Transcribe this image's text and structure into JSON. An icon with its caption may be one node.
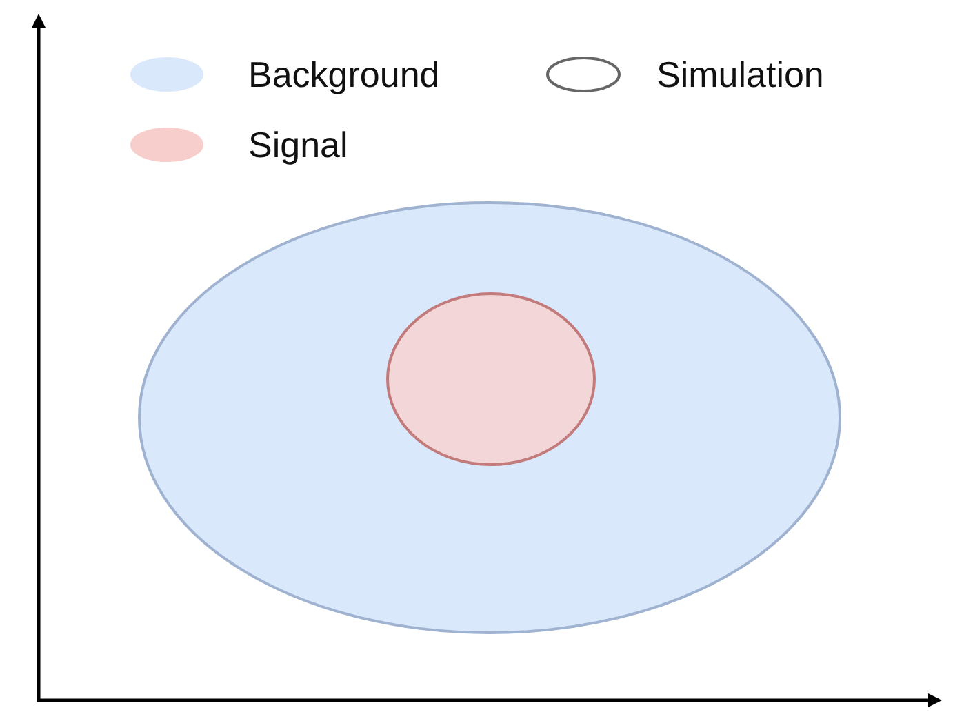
{
  "diagram": {
    "nodes": [
      {
        "text": [],
        "shape": "ellipse"
      },
      {
        "text": [],
        "shape": "ellipse",
        "in": 0
      }
    ],
    "edges": [],
    "legend": [
      {
        "text": "Background",
        "color": "#dae8fc"
      },
      {
        "text": "Simulation"
      },
      {
        "text": "Signal",
        "color": "#f8cecc"
      }
    ]
  }
}
